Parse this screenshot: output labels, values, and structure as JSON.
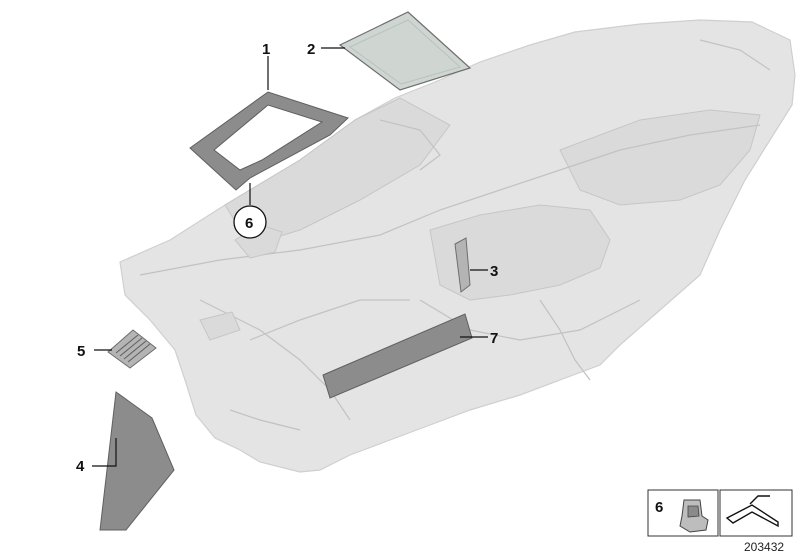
{
  "callouts": [
    {
      "id": "1",
      "label": "1"
    },
    {
      "id": "2",
      "label": "2"
    },
    {
      "id": "3",
      "label": "3"
    },
    {
      "id": "4",
      "label": "4"
    },
    {
      "id": "5",
      "label": "5"
    },
    {
      "id": "6",
      "label": "6"
    },
    {
      "id": "7",
      "label": "7"
    }
  ],
  "inset": {
    "label": "6"
  },
  "diagram_number": "203432",
  "colors": {
    "dashboard": "#e4e4e4",
    "trim_parts": "#8c8c8c",
    "glass": "#cfd6d2",
    "ink": "#111111"
  }
}
